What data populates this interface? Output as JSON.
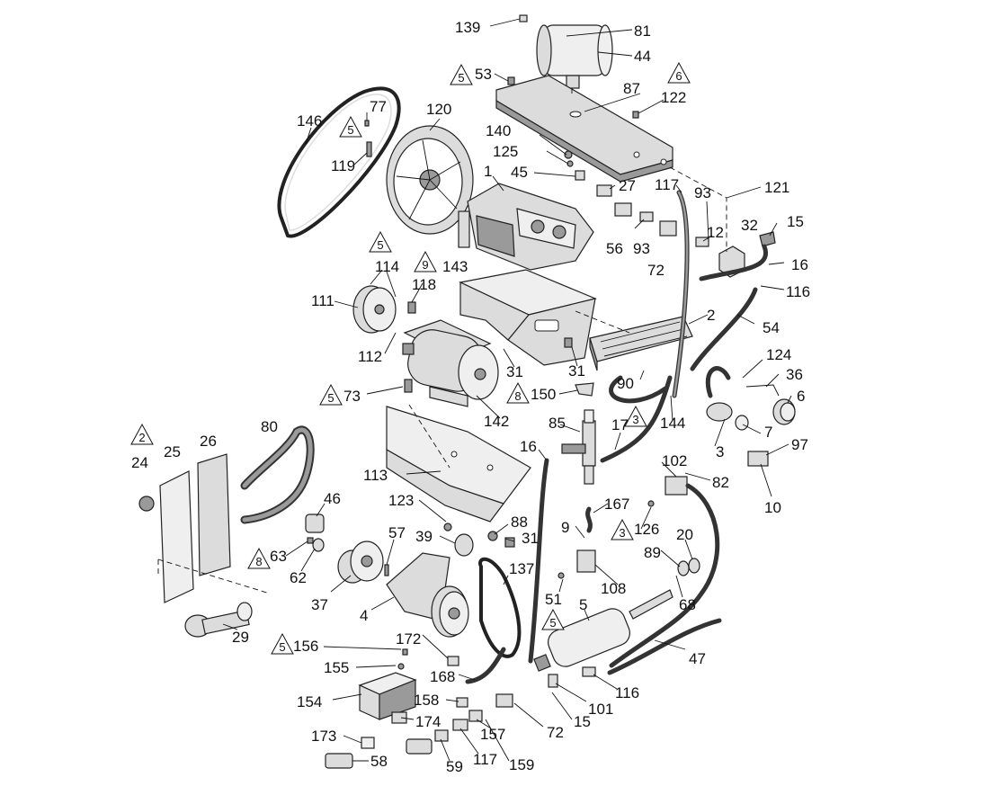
{
  "labels": {
    "l139": "139",
    "l81": "81",
    "l44": "44",
    "l53": "53",
    "l87": "87",
    "l122": "122",
    "l77": "77",
    "l146": "146",
    "l120": "120",
    "l119": "119",
    "l140": "140",
    "l125": "125",
    "l45": "45",
    "l1": "1",
    "l27": "27",
    "l117a": "117",
    "l93a": "93",
    "l121": "121",
    "l32": "32",
    "l15a": "15",
    "l56": "56",
    "l93b": "93",
    "l12": "12",
    "l72a": "72",
    "l16a": "16",
    "l116a": "116",
    "l114": "114",
    "l143": "143",
    "l118": "118",
    "l111": "111",
    "l2": "2",
    "l54": "54",
    "l112": "112",
    "l31a": "31",
    "l31b": "31",
    "l124": "124",
    "l36": "36",
    "l6": "6",
    "l73": "73",
    "l150": "150",
    "l90": "90",
    "l142": "142",
    "l80": "80",
    "l85": "85",
    "l17": "17",
    "l144": "144",
    "l7": "7",
    "l3": "3",
    "l97": "97",
    "l25": "25",
    "l26": "26",
    "l24": "24",
    "l16b": "16",
    "l102": "102",
    "l82": "82",
    "l10": "10",
    "l113": "113",
    "l46": "46",
    "l123": "123",
    "l167": "167",
    "l9": "9",
    "l126": "126",
    "l39": "39",
    "l88": "88",
    "l31c": "31",
    "l57": "57",
    "l20": "20",
    "l63": "63",
    "l62": "62",
    "l137": "137",
    "l89": "89",
    "l108": "108",
    "l68": "68",
    "l51": "51",
    "l37": "37",
    "l4": "4",
    "l5": "5",
    "l29": "29",
    "l47": "47",
    "l156": "156",
    "l172": "172",
    "l155": "155",
    "l168": "168",
    "l116b": "116",
    "l154": "154",
    "l158": "158",
    "l101": "101",
    "l174": "174",
    "l157": "157",
    "l72b": "72",
    "l15b": "15",
    "l173": "173",
    "l117b": "117",
    "l159": "159",
    "l58": "58",
    "l59": "59"
  },
  "notes": {
    "n5a": "5",
    "n6": "6",
    "n5b": "5",
    "n5c": "5",
    "n9": "9",
    "n5d": "5",
    "n8a": "8",
    "n3a": "3",
    "n2": "2",
    "n8b": "8",
    "n3b": "3",
    "n5e": "5",
    "n5f": "5"
  }
}
